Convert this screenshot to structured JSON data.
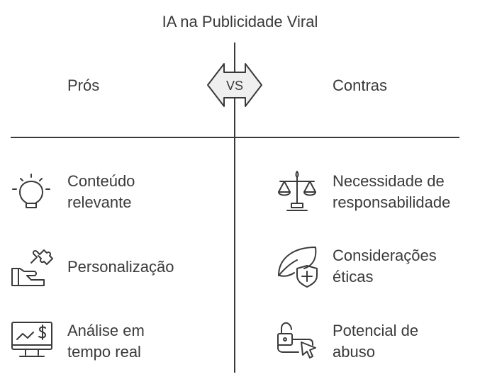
{
  "title": "IA na Publicidade Viral",
  "vs_label": "VS",
  "pros": {
    "header": "Prós",
    "items": [
      {
        "line1": "Conteúdo",
        "line2": "relevante",
        "icon": "lightbulb-icon"
      },
      {
        "line1": "Personalização",
        "line2": "",
        "icon": "hand-puzzle-icon"
      },
      {
        "line1": "Análise em",
        "line2": "tempo real",
        "icon": "monitor-chart-icon"
      }
    ]
  },
  "cons": {
    "header": "Contras",
    "items": [
      {
        "line1": "Necessidade de",
        "line2": "responsabilidade",
        "icon": "scales-icon"
      },
      {
        "line1": "Considerações",
        "line2": "éticas",
        "icon": "leaf-shield-icon"
      },
      {
        "line1": "Potencial de",
        "line2": "abuso",
        "icon": "unlock-cursor-icon"
      }
    ]
  },
  "colors": {
    "stroke": "#3a3a3a",
    "vs_fill": "#efefef",
    "text": "#3a3a3a"
  }
}
